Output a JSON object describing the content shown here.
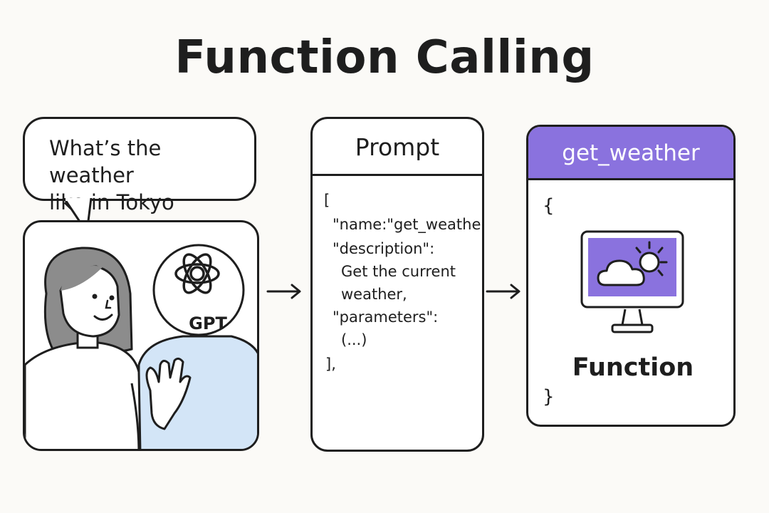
{
  "title": "Function Calling",
  "user_question": {
    "line1": "What’s the weather",
    "line2": "like in Tokyo today?"
  },
  "assistant": {
    "label": "GPT"
  },
  "prompt_panel": {
    "header": "Prompt",
    "lines": [
      "[",
      "\"name:\"get_weather\",",
      "\"description\":",
      "Get the current",
      "weather,",
      "\"parameters\":",
      "(...)",
      "],"
    ]
  },
  "function_panel": {
    "header": "get_weather",
    "open_brace": "{",
    "label": "Function",
    "close_brace": "}",
    "icon": "cloud-sun-monitor-icon"
  },
  "colors": {
    "accent_purple": "#8a72de",
    "shirt_blue": "#d3e5f7",
    "hair_gray": "#8c8c8c",
    "ink": "#1e1e1e",
    "background": "#fbfaf7"
  }
}
